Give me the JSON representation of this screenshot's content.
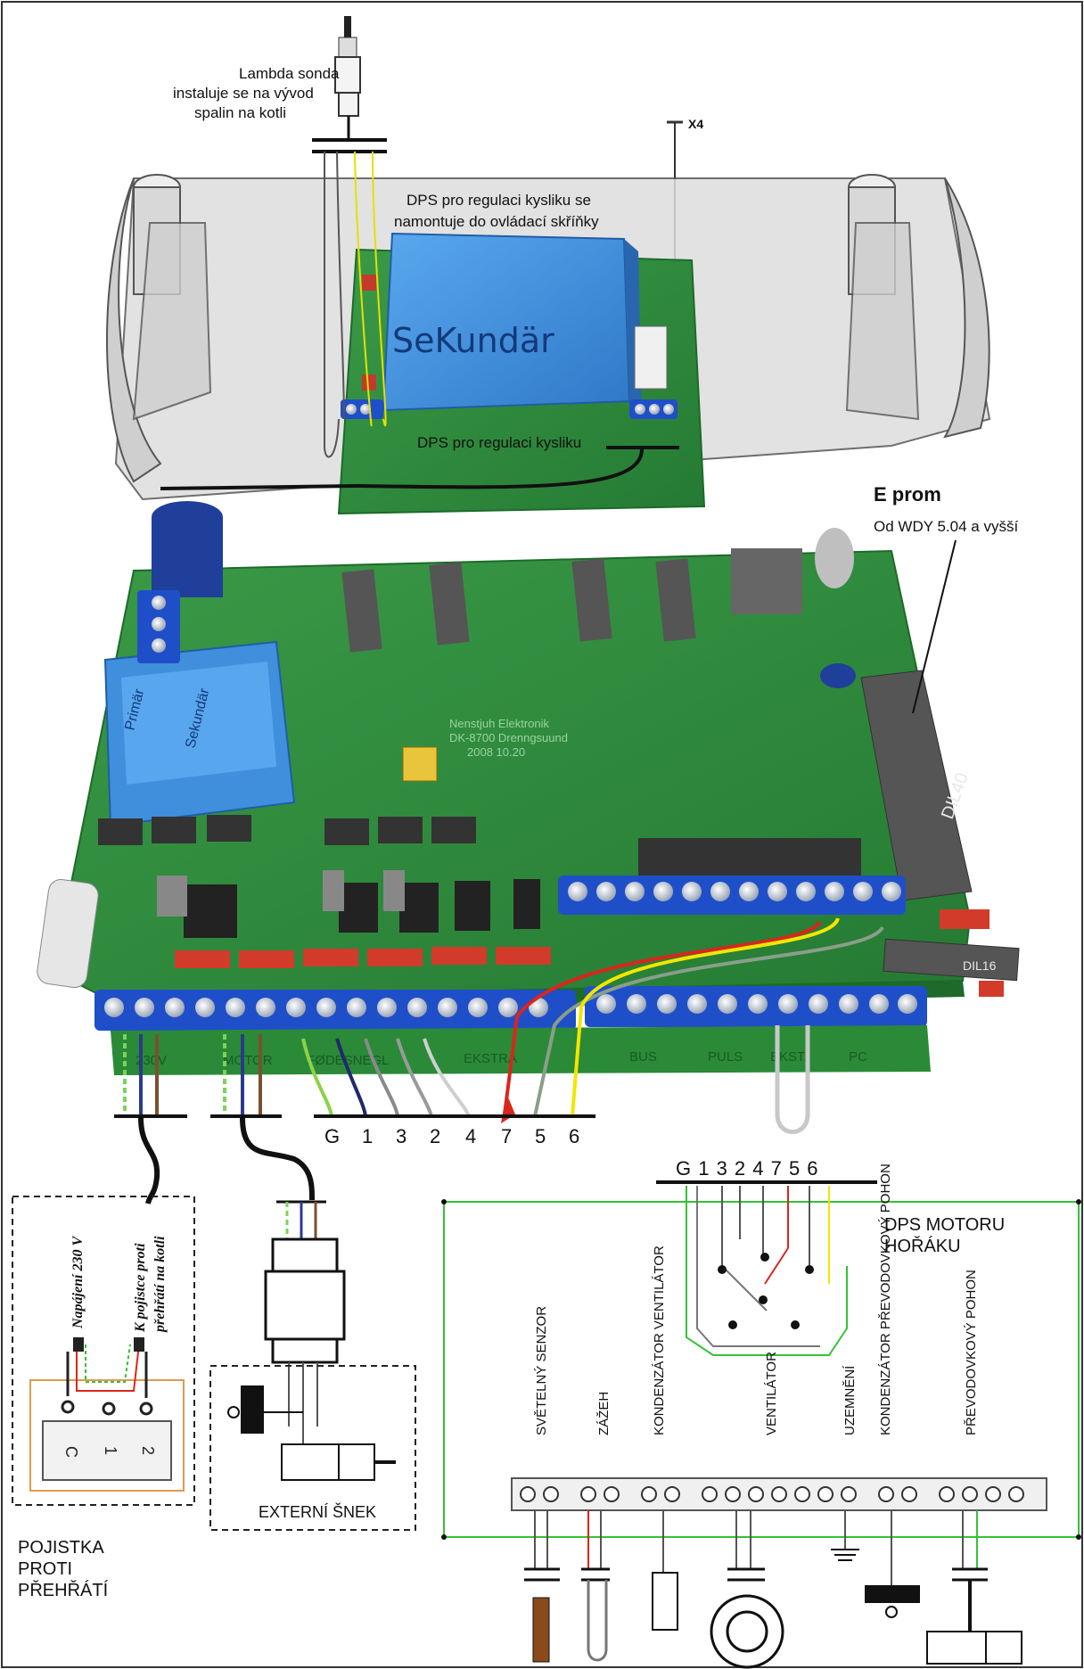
{
  "colors": {
    "pcb_green": "#2e8b3a",
    "pcb_dark": "#1d6a2a",
    "terminal_blue": "#1f4fc8",
    "module_blue": "#3f8fdc",
    "relay_red": "#d23a2a",
    "wire_red": "#d9261c",
    "wire_yellow": "#f2e600",
    "wire_gray": "#8a8a8a",
    "frame_green": "#34c234"
  },
  "labels": {
    "lambda": [
      "Lambda sonda",
      "instaluje se na vývod",
      "spalin na kotli"
    ],
    "x4": "X4",
    "dps_oxygen_top": [
      "DPS pro regulaci kysliku se",
      "namontuje do ovládací skříňky"
    ],
    "sekundar": "SeKundär",
    "dps_oxygen_bottom": "DPS pro regulaci kysliku",
    "eprom_title": "E prom",
    "eprom_sub": "Od WDY 5.04 a vyšší",
    "dil40": "DIL40",
    "dil16": "DIL16",
    "transformer": [
      "Primär",
      "Sekundär"
    ],
    "board_text": [
      "Nenstjuh Elektronik",
      "DK-8700 Drenngsuund",
      "2008 10.20"
    ],
    "terminal_groups": [
      "230V",
      "MOTOR",
      "FØDESNEGL",
      "EKSTRA",
      "BUS",
      "PULS",
      "EKST.",
      "PC"
    ],
    "bottom_numbers": [
      "G",
      "1",
      "3",
      "2",
      "4",
      "7",
      "5",
      "6"
    ],
    "motor_numbers": "G 1 3 2 4 7 5 6",
    "motor_board": [
      "DPS MOTORU",
      "HOŘÁKU"
    ],
    "components": [
      "SVĚTELNÝ SENZOR",
      "ZÁŽEH",
      "KONDENZÁTOR VENTILÁTOR",
      "VENTILÁTOR",
      "UZEMNĚNÍ",
      "KONDENZÁTOR PŘEVODOVKOVÝ POHON",
      "PŘEVODOVKOVÝ POHON"
    ],
    "power_label": "Napájení 230 V",
    "fuse_label": [
      "K pojistce proti",
      "přehřátí na kotli"
    ],
    "fuse_terminals": [
      "C",
      "1",
      "2"
    ],
    "fuse_caption": [
      "POJISTKA",
      "PROTI",
      "PŘEHŘÁTÍ"
    ],
    "extern_snek": "EXTERNÍ ŠNEK"
  }
}
